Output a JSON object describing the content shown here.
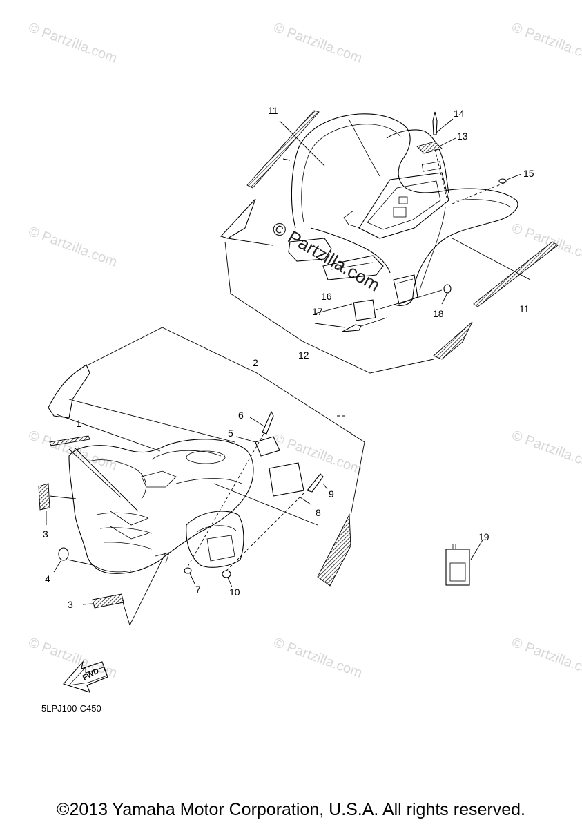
{
  "watermark": {
    "text": "© Partzilla.com"
  },
  "diagram_code": "5LPJ100-C450",
  "fwd_label": "FWD",
  "copyright": "©2013 Yamaha Motor Corporation, U.S.A. All rights reserved.",
  "callouts": [
    "1",
    "2",
    "3",
    "3",
    "4",
    "5",
    "6",
    "7",
    "8",
    "9",
    "10",
    "11",
    "11",
    "12",
    "13",
    "14",
    "15",
    "16",
    "17",
    "18",
    "19"
  ]
}
